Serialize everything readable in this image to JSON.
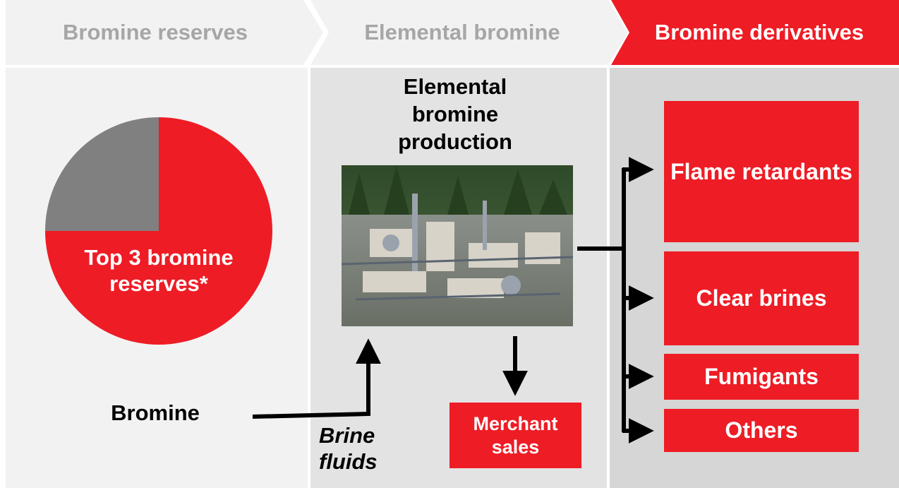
{
  "header": {
    "step1": "Bromine reserves",
    "step2": "Elemental bromine",
    "step3": "Bromine derivatives"
  },
  "reserves": {
    "pie_label": "Top 3 bromine reserves*",
    "pie_share_fraction": 0.75,
    "source_label": "Bromine",
    "flow_label": "Brine fluids"
  },
  "production": {
    "title": "Elemental bromine production",
    "photo": "bromine-plant-photo",
    "output_label": "Merchant sales"
  },
  "derivatives": {
    "items": [
      "Flame retardants",
      "Clear brines",
      "Fumigants",
      "Others"
    ]
  },
  "colors": {
    "accent": "#ee1c25",
    "pie_rest": "#808080",
    "header_inactive_bg": "#f2f2f2",
    "header_inactive_text": "#a6a6a6",
    "col1_bg": "#f2f2f2",
    "col2_bg": "#e3e3e3",
    "col3_bg": "#d6d6d6"
  }
}
